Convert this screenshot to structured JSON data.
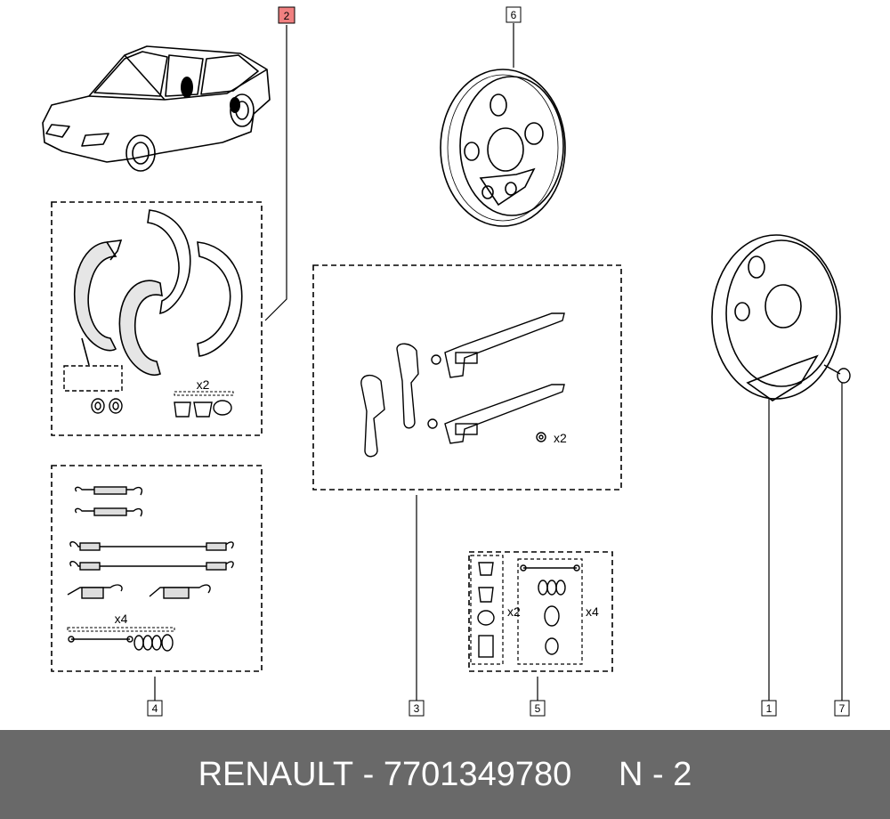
{
  "colors": {
    "line": "#000000",
    "highlight": "#f08080",
    "footer_bg": "#696969",
    "footer_text": "#ffffff"
  },
  "callouts": [
    {
      "id": "1",
      "label": "1",
      "highlighted": false
    },
    {
      "id": "2",
      "label": "2",
      "highlighted": true
    },
    {
      "id": "3",
      "label": "3",
      "highlighted": false
    },
    {
      "id": "4",
      "label": "4",
      "highlighted": false
    },
    {
      "id": "5",
      "label": "5",
      "highlighted": false
    },
    {
      "id": "6",
      "label": "6",
      "highlighted": false
    },
    {
      "id": "7",
      "label": "7",
      "highlighted": false
    }
  ],
  "quantities": {
    "shoe_kit_nuts": "x2",
    "adjuster_washer": "x2",
    "spring_kit": "x4",
    "fitting_kit_left": "x2",
    "fitting_kit_right": "x4"
  },
  "footer": {
    "brand": "RENAULT",
    "separator": " - ",
    "part_number": "7701349780",
    "position_label": "N - 2"
  }
}
